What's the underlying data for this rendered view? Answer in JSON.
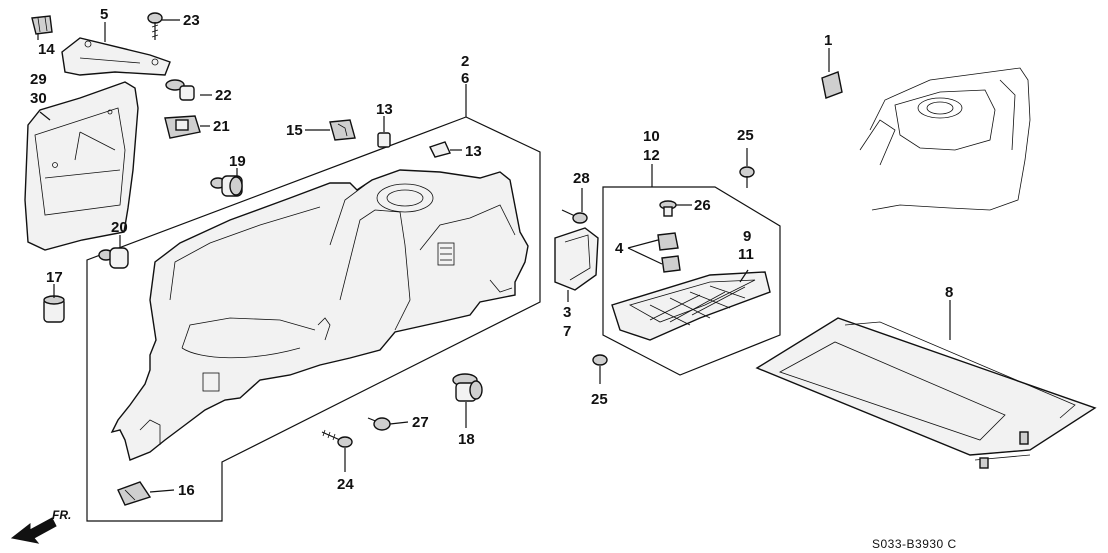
{
  "part_labels": {
    "p1": "1",
    "p2": "2",
    "p3": "3",
    "p4": "4",
    "p5": "5",
    "p6": "6",
    "p7": "7",
    "p8": "8",
    "p9": "9",
    "p10": "10",
    "p11": "11",
    "p12": "12",
    "p13a": "13",
    "p13b": "13",
    "p14": "14",
    "p15": "15",
    "p16": "16",
    "p17": "17",
    "p18": "18",
    "p19": "19",
    "p20": "20",
    "p21": "21",
    "p22": "22",
    "p23": "23",
    "p24": "24",
    "p25a": "25",
    "p25b": "25",
    "p26": "26",
    "p27": "27",
    "p28": "28",
    "p29": "29",
    "p30": "30"
  },
  "direction_label": "FR.",
  "diagram_code": "S033-B3930 C"
}
